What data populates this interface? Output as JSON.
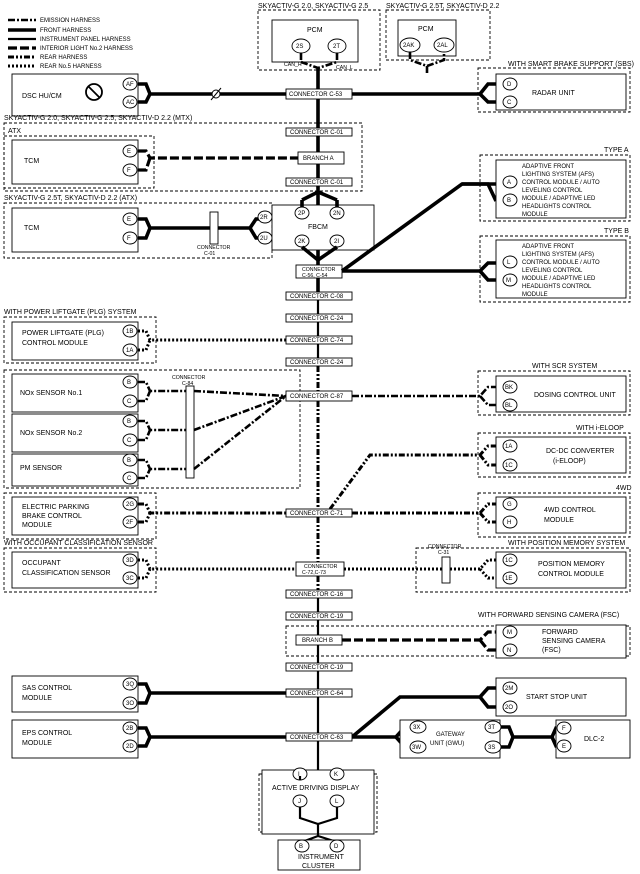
{
  "legend": [
    {
      "label": "EMISSION HARNESS",
      "style": "emission"
    },
    {
      "label": "FRONT HARNESS",
      "style": "front"
    },
    {
      "label": "INSTRUMENT PANEL HARNESS",
      "style": "ip"
    },
    {
      "label": "INTERIOR LIGHT No.2 HARNESS",
      "style": "il"
    },
    {
      "label": "REAR HARNESS",
      "style": "rear"
    },
    {
      "label": "REAR No.5 HARNESS",
      "style": "rear5"
    }
  ],
  "groups": {
    "pcm1": "SKYACTIV-G 2.0, SKYACTIV-G 2.5",
    "pcm2": "SKYACTIV-G 2.5T, SKYACTIV-D 2.2",
    "sbs": "WITH SMART BRAKE SUPPORT (SBS)",
    "atx_mtx": "SKYACTIV-G 2.0, SKYACTIV-G 2.5, SKYACTIV-D 2.2 (MTX)",
    "atx": "ATX",
    "tca": "TYPE A",
    "atx2": "SKYACTIV-G 2.5T, SKYACTIV-D 2.2 (ATX)",
    "tcb": "TYPE B",
    "plg": "WITH POWER LIFTGATE (PLG) SYSTEM",
    "scr": "WITH SCR SYSTEM",
    "ieloop": "WITH i-ELOOP",
    "fwd4": "4WD",
    "ocs": "WITH OCCUPANT CLASSIFICATION SENSOR",
    "posmem": "WITH POSITION MEMORY SYSTEM",
    "fsc": "WITH FORWARD SENSING CAMERA (FSC)"
  },
  "modules": {
    "pcm": "PCM",
    "dsc": "DSC HU/CM",
    "radar": "RADAR UNIT",
    "tcm": "TCM",
    "afs_a": [
      "ADAPTIVE FRONT",
      "LIGHTING SYSTEM (AFS)",
      "CONTROL MODULE / AUTO",
      "LEVELING CONTROL",
      "MODULE / ADAPTIVE LED",
      "HEADLIGHTS CONTROL",
      "MODULE"
    ],
    "afs_b": [
      "ADAPTIVE FRONT",
      "LIGHTING SYSTEM (AFS)",
      "CONTROL MODULE / AUTO",
      "LEVELING CONTROL",
      "MODULE / ADAPTIVE LED",
      "HEADLIGHTS CONTROL",
      "MODULE"
    ],
    "fbcm": "FBCM",
    "plg": [
      "POWER LIFTGATE (PLG)",
      "CONTROL MODULE"
    ],
    "nox1": "NOx SENSOR No.1",
    "nox2": "NOx SENSOR No.2",
    "pm": "PM SENSOR",
    "dosing": "DOSING CONTROL UNIT",
    "dcdc": [
      "DC-DC CONVERTER",
      "(i-ELOOP)"
    ],
    "epb": [
      "ELECTRIC PARKING",
      "BRAKE CONTROL",
      "MODULE"
    ],
    "awd": [
      "4WD CONTROL",
      "MODULE"
    ],
    "ocs": [
      "OCCUPANT",
      "CLASSIFICATION SENSOR"
    ],
    "pmem": [
      "POSITION MEMORY",
      "CONTROL MODULE"
    ],
    "fsc": [
      "FORWARD",
      "SENSING CAMERA",
      "(FSC)"
    ],
    "sas": [
      "SAS CONTROL",
      "MODULE"
    ],
    "eps": [
      "EPS CONTROL",
      "MODULE"
    ],
    "ssu": "START STOP UNIT",
    "gwu": [
      "GATEWAY",
      "UNIT (GWU)"
    ],
    "dlc": "DLC-2",
    "adisp": "ACTIVE DRIVING DISPLAY",
    "cluster": [
      "INSTRUMENT",
      "CLUSTER"
    ]
  },
  "pins": {
    "pcm_a": [
      "2S",
      "2T"
    ],
    "pcm_b": [
      "2AK",
      "2AL"
    ],
    "dsc": [
      "AF",
      "AC"
    ],
    "radar": [
      "D",
      "C"
    ],
    "tcm1": [
      "E",
      "F"
    ],
    "tcm2": [
      "E",
      "F"
    ],
    "fbcm_l": [
      "2R",
      "2U"
    ],
    "fbcm_in": [
      "2P",
      "2N",
      "2K",
      "2I"
    ],
    "afs_a": [
      "A",
      "B"
    ],
    "afs_b": [
      "L",
      "M"
    ],
    "plg": [
      "1B",
      "1A"
    ],
    "nox1": [
      "B",
      "C"
    ],
    "nox2": [
      "B",
      "C"
    ],
    "pm": [
      "B",
      "C"
    ],
    "dosing": [
      "BK",
      "BL"
    ],
    "dcdc": [
      "1A",
      "1C"
    ],
    "epb": [
      "2G",
      "2F"
    ],
    "awd": [
      "G",
      "H"
    ],
    "ocs": [
      "3D",
      "3C"
    ],
    "pmem": [
      "1C",
      "1E"
    ],
    "fsc": [
      "M",
      "N"
    ],
    "sas": [
      "3Q",
      "3O"
    ],
    "eps": [
      "2B",
      "2D"
    ],
    "ssu": [
      "2M",
      "2O"
    ],
    "gwu": [
      "3X",
      "3W",
      "3T",
      "3S"
    ],
    "dlc": [
      "F",
      "E"
    ],
    "adisp_top": [
      "I",
      "K"
    ],
    "adisp_bot": [
      "J",
      "L"
    ],
    "cluster": [
      "B",
      "D"
    ]
  },
  "connectors": {
    "c53": "CONNECTOR C-53",
    "c01a": "CONNECTOR C-01",
    "branch_a": "BRANCH A",
    "c01b": "CONNECTOR C-01",
    "c01_side": [
      "CONNECTOR",
      "C-01"
    ],
    "c56": [
      "CONNECTOR",
      "C-56, C-54"
    ],
    "c08": "CONNECTOR C-08",
    "c24a": "CONNECTOR C-24",
    "c74": "CONNECTOR C-74",
    "c24b": "CONNECTOR C-24",
    "c84": [
      "CONNECTOR",
      "C-84"
    ],
    "c87": "CONNECTOR C-87",
    "c71": "CONNECTOR C-71",
    "c72": [
      "CONNECTOR",
      "C-72,C-73"
    ],
    "c31": [
      "CONNECTOR",
      "C-31"
    ],
    "c16": "CONNECTOR C-16",
    "c19a": "CONNECTOR C-19",
    "branch_b": "BRANCH B",
    "c19b": "CONNECTOR C-19",
    "c64": "CONNECTOR C-64",
    "c63": "CONNECTOR C-63"
  },
  "wire_labels": {
    "can_h": "CAN_H",
    "can_l": "CAN_L"
  }
}
